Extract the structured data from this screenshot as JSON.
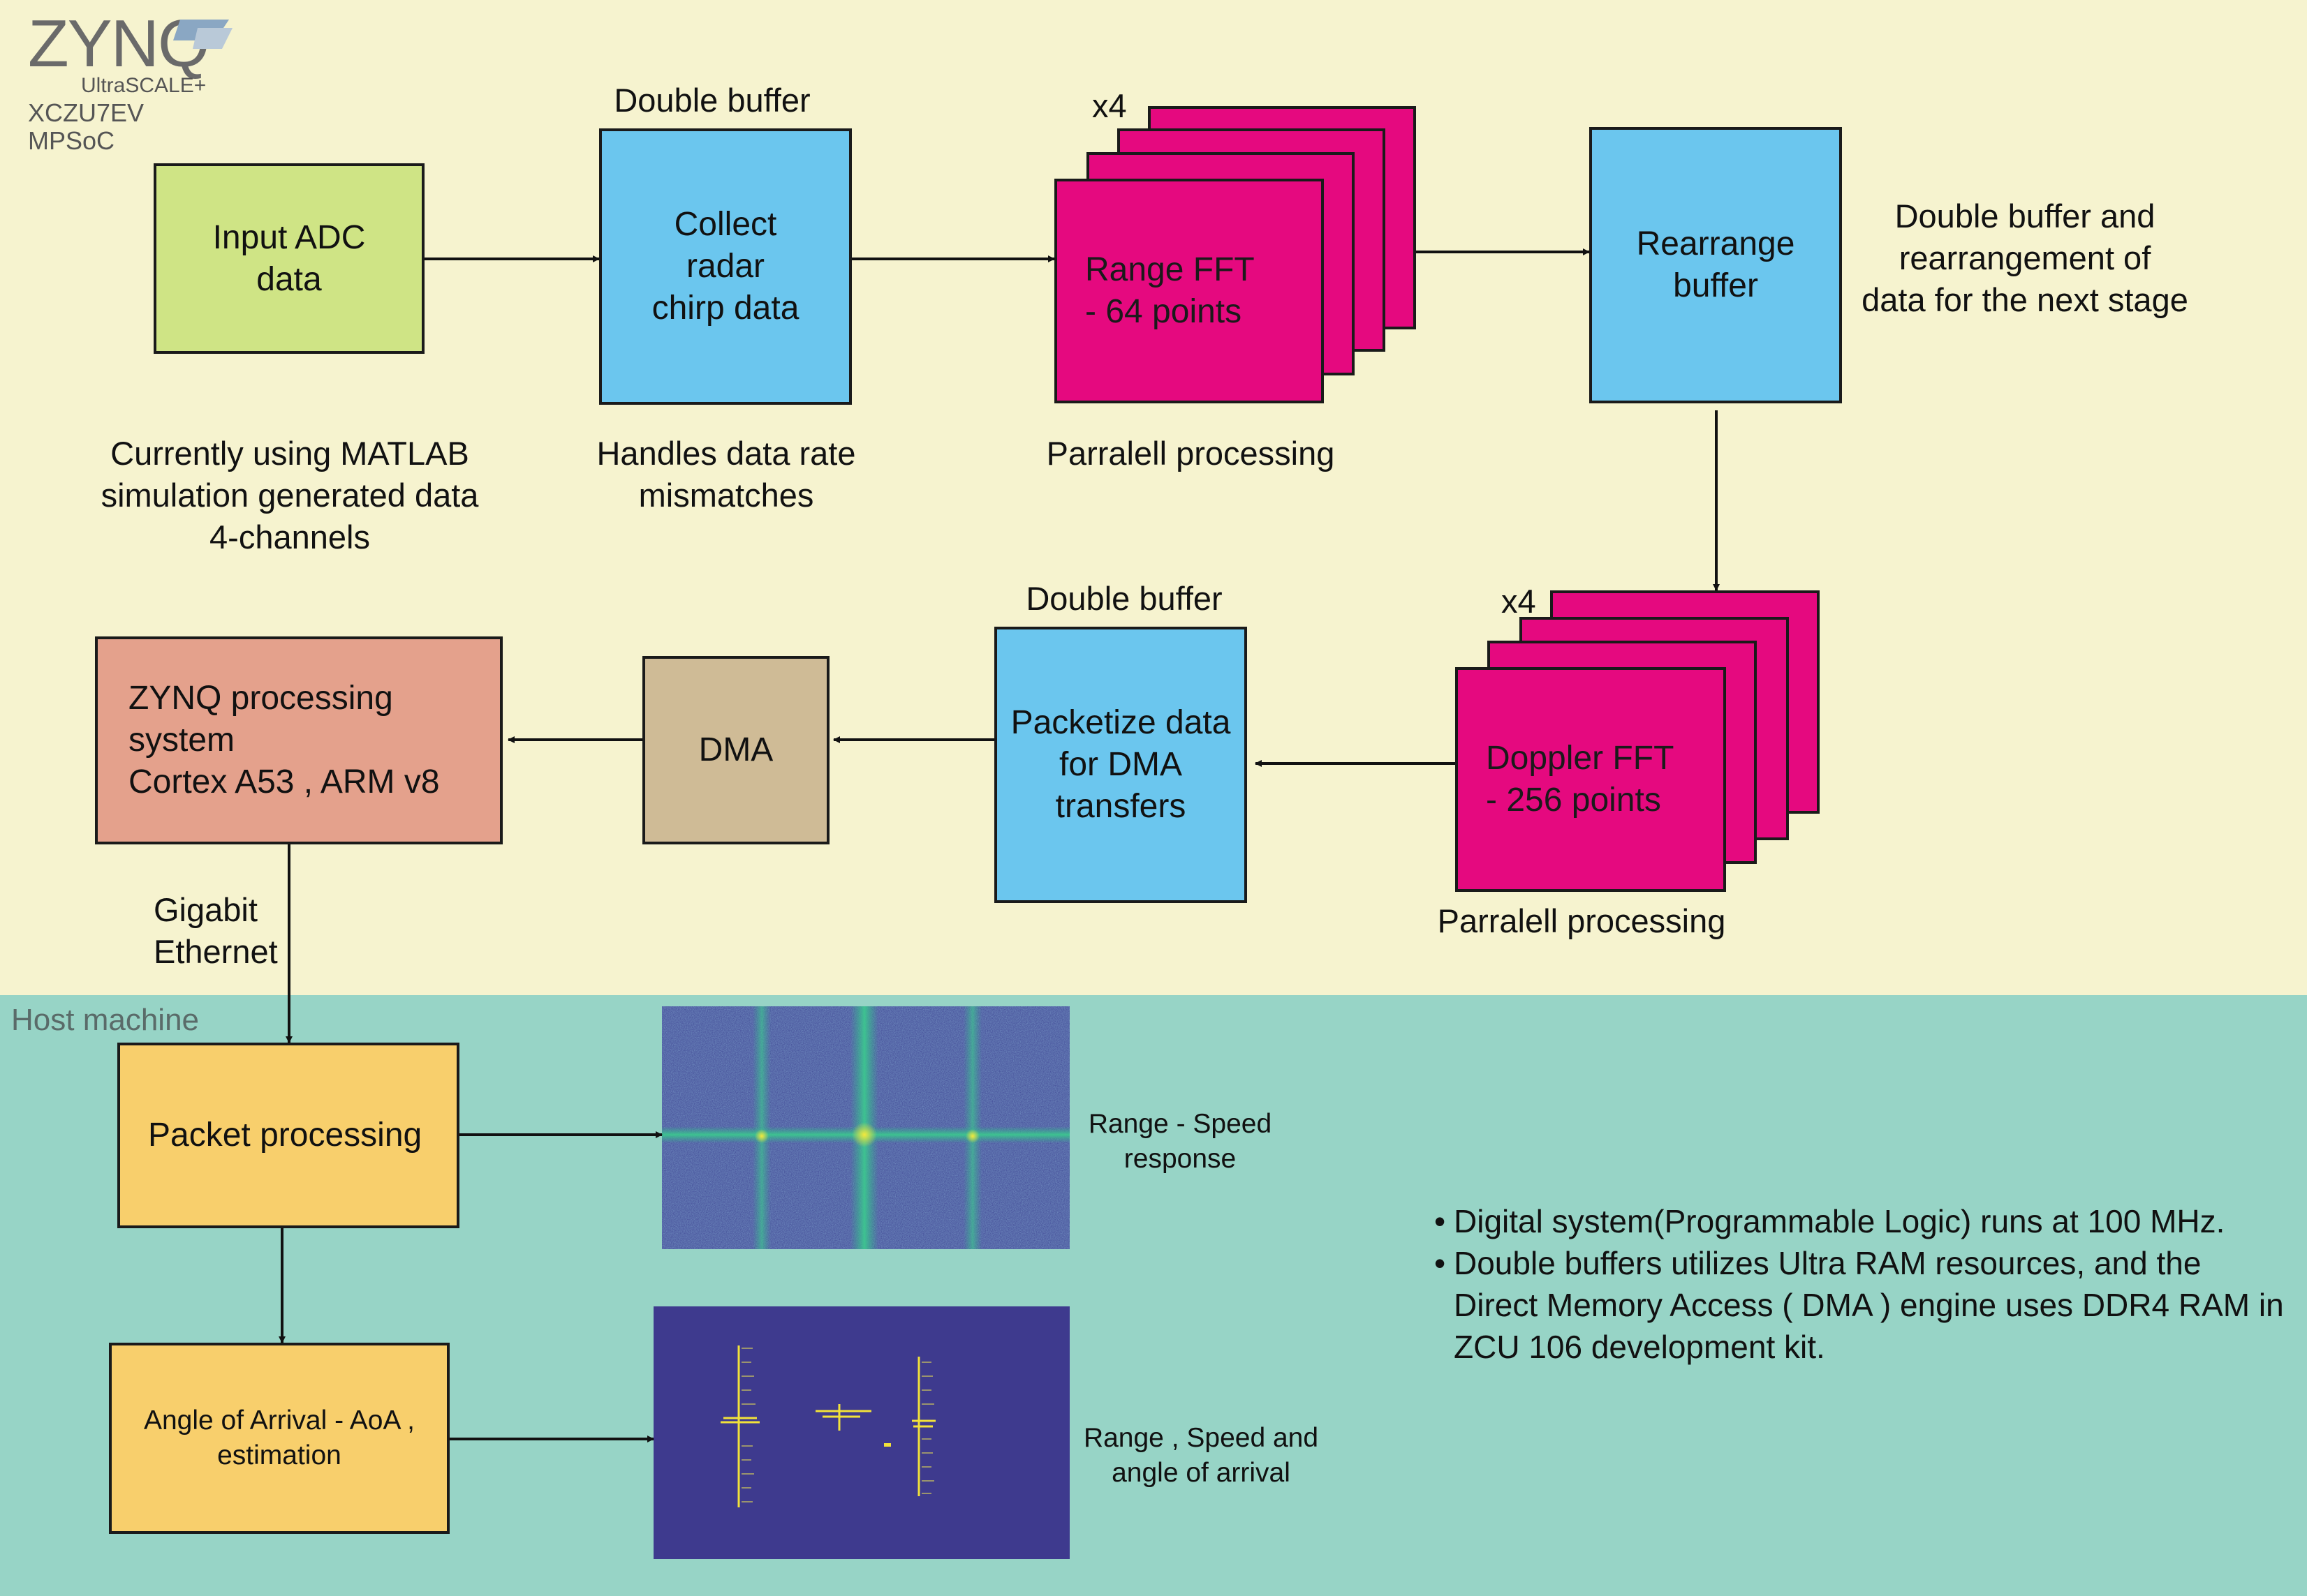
{
  "logo": {
    "brand": "ZYNQ",
    "sub": "UltraSCALE+",
    "device": "XCZU7EV MPSoC"
  },
  "regions": {
    "host_label": "Host machine"
  },
  "blocks": {
    "input_adc": "Input ADC\ndata",
    "collect": "Collect\nradar\nchirp data",
    "range_fft": "Range FFT\n- 64 points",
    "rearrange": "Rearrange\nbuffer",
    "doppler_fft": "Doppler FFT\n- 256 points",
    "packetize": "Packetize data\nfor DMA\ntransfers",
    "dma": "DMA",
    "zynq_ps": "ZYNQ processing system\nCortex A53 , ARM v8",
    "packet_processing": "Packet processing",
    "aoa": "Angle of Arrival - AoA ,\nestimation"
  },
  "annotations": {
    "double_buffer_1": "Double buffer",
    "x4_1": "x4",
    "rearrange_note": "Double buffer and\nrearrangement of\ndata for the next stage",
    "matlab_note": "Currently using MATLAB\nsimulation generated data\n4-channels",
    "mismatch_note": "Handles data rate\nmismatches",
    "parallel_1": "Parralell processing",
    "double_buffer_2": "Double buffer",
    "x4_2": "x4",
    "parallel_2": "Parralell processing",
    "gigabit": "Gigabit\nEthernet",
    "range_speed": "Range - Speed\nresponse",
    "range_speed_aoa": "Range , Speed and\nangle of arrival"
  },
  "notes": [
    "Digital system(Programmable Logic) runs at 100 MHz.",
    "Double buffers utilizes Ultra RAM resources, and the Direct Memory Access ( DMA ) engine uses DDR4 RAM in ZCU 106 development kit."
  ],
  "colors": {
    "fpga_bg": "#f6f3cf",
    "host_bg": "#97d4c6",
    "green": "#cfe485",
    "blue": "#6bc6ee",
    "magenta": "#e5097f",
    "salmon": "#e4a18c",
    "tan": "#cfbb96",
    "yellow": "#f8cf6c",
    "heatmap_bg": "#3a3f8f",
    "aoa_bg": "#3e3a8e",
    "highlight": "#f2e23a"
  },
  "icons": [
    "zynq-logo-icon",
    "range-speed-heatmap-image",
    "aoa-plot-image"
  ]
}
